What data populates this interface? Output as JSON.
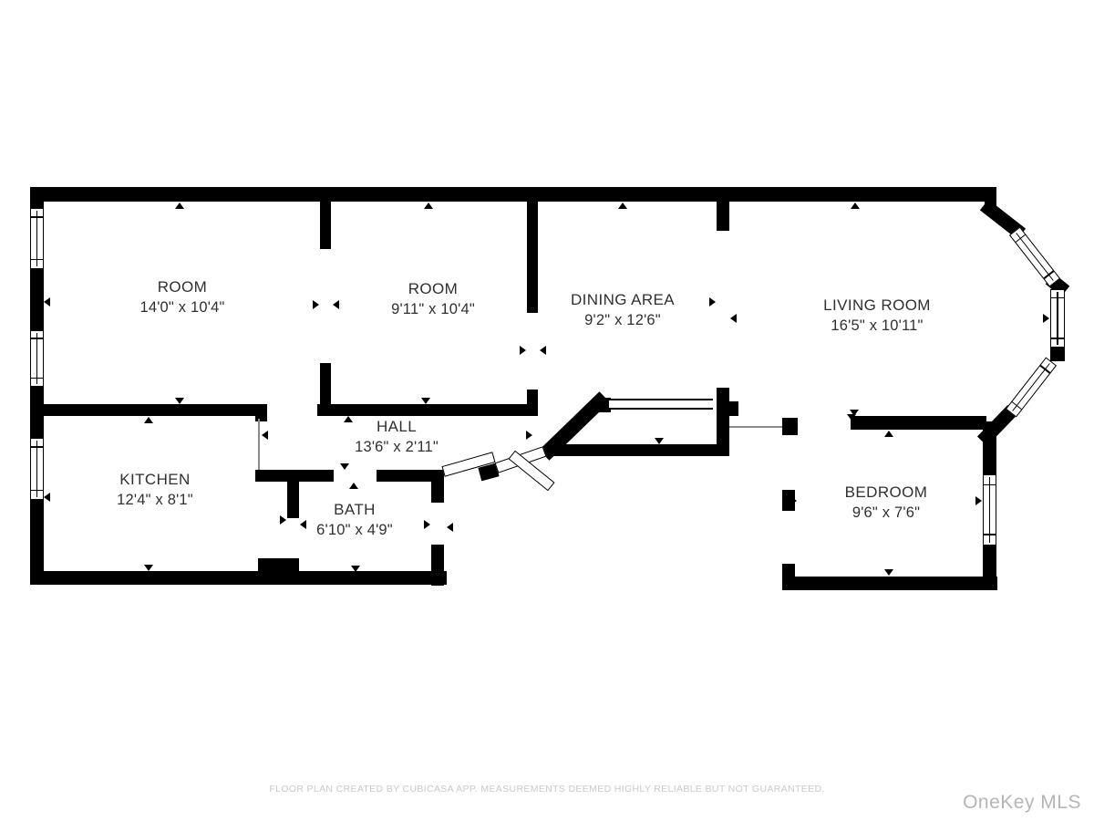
{
  "floor_plan": {
    "rooms": [
      {
        "id": "room1",
        "label": "ROOM",
        "dims": "14'0\" x 10'4\""
      },
      {
        "id": "room2",
        "label": "ROOM",
        "dims": "9'11\" x 10'4\""
      },
      {
        "id": "dining",
        "label": "DINING AREA",
        "dims": "9'2\" x 12'6\""
      },
      {
        "id": "living",
        "label": "LIVING ROOM",
        "dims": "16'5\" x 10'11\""
      },
      {
        "id": "kitchen",
        "label": "KITCHEN",
        "dims": "12'4\" x 8'1\""
      },
      {
        "id": "hall",
        "label": "HALL",
        "dims": "13'6\" x 2'11\""
      },
      {
        "id": "bath",
        "label": "BATH",
        "dims": "6'10\" x 4'9\""
      },
      {
        "id": "bedroom",
        "label": "BEDROOM",
        "dims": "9'6\" x 7'6\""
      }
    ],
    "footer": "FLOOR PLAN CREATED BY CUBICASA APP. MEASUREMENTS DEEMED HIGHLY RELIABLE BUT NOT GUARANTEED.",
    "watermark": "OneKey MLS",
    "colors": {
      "wall": "#000000",
      "label": "#303030",
      "footer_text": "#c9c9c9",
      "watermark_text": "#b5b5b5",
      "background": "#ffffff"
    }
  }
}
